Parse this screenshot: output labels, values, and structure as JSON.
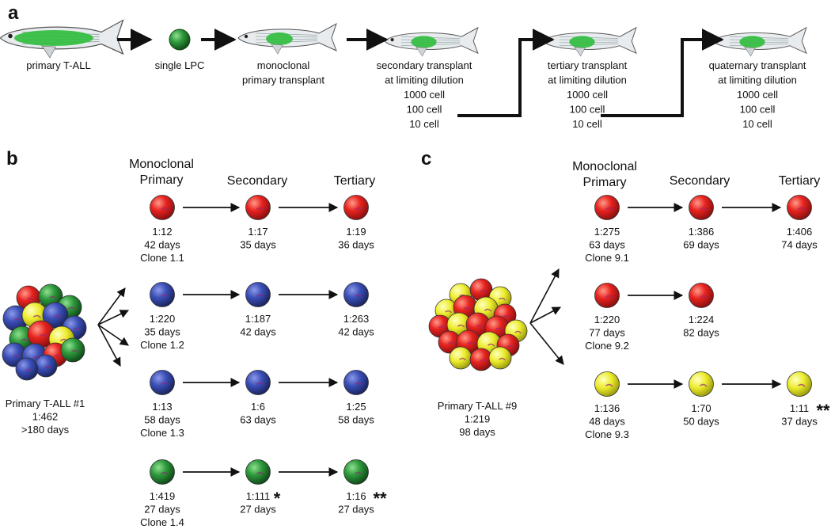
{
  "panels": {
    "a": "a",
    "b": "b",
    "c": "c"
  },
  "panel_a": {
    "stages": [
      {
        "lines": [
          "primary T-ALL"
        ]
      },
      {
        "lines": [
          "single LPC"
        ]
      },
      {
        "lines": [
          "monoclonal",
          "primary transplant"
        ]
      },
      {
        "lines": [
          "secondary transplant",
          "at limiting dilution",
          "1000 cell",
          "100 cell",
          "10 cell"
        ]
      },
      {
        "lines": [
          "tertiary transplant",
          "at limiting dilution",
          "1000 cell",
          "100 cell",
          "10 cell"
        ]
      },
      {
        "lines": [
          "quaternary transplant",
          "at limiting dilution",
          "1000 cell",
          "100 cell",
          "10 cell"
        ]
      }
    ]
  },
  "panel_b": {
    "headers": {
      "primary1": "Monoclonal",
      "primary2": "Primary",
      "secondary": "Secondary",
      "tertiary": "Tertiary"
    },
    "source": {
      "lines": [
        "Primary T-ALL #1",
        "1:462",
        ">180 days"
      ]
    },
    "rows": [
      {
        "color": "red",
        "primary": [
          "1:12",
          "42 days",
          "Clone 1.1"
        ],
        "secondary": [
          "1:17",
          "35 days"
        ],
        "tertiary": [
          "1:19",
          "36 days"
        ]
      },
      {
        "color": "blue",
        "primary": [
          "1:220",
          "35 days",
          "Clone 1.2"
        ],
        "secondary": [
          "1:187",
          "42 days"
        ],
        "tertiary": [
          "1:263",
          "42 days"
        ]
      },
      {
        "color": "blue",
        "primary": [
          "1:13",
          "58 days",
          "Clone 1.3"
        ],
        "secondary": [
          "1:6",
          "63 days"
        ],
        "tertiary": [
          "1:25",
          "58 days"
        ]
      },
      {
        "color": "green",
        "primary": [
          "1:419",
          "27 days",
          "Clone 1.4"
        ],
        "secondary": [
          "1:111",
          "27 days"
        ],
        "secondary_mark": "*",
        "tertiary": [
          "1:16",
          "27 days"
        ],
        "tertiary_mark": "**"
      }
    ]
  },
  "panel_c": {
    "headers": {
      "primary1": "Monoclonal",
      "primary2": "Primary",
      "secondary": "Secondary",
      "tertiary": "Tertiary"
    },
    "source": {
      "lines": [
        "Primary T-ALL #9",
        "1:219",
        "98 days"
      ]
    },
    "rows": [
      {
        "color": "red",
        "primary": [
          "1:275",
          "63 days",
          "Clone 9.1"
        ],
        "secondary": [
          "1:386",
          "69 days"
        ],
        "tertiary": [
          "1:406",
          "74 days"
        ]
      },
      {
        "color": "red",
        "primary": [
          "1:220",
          "77 days",
          "Clone 9.2"
        ],
        "secondary": [
          "1:224",
          "82 days"
        ]
      },
      {
        "color": "yellow",
        "primary": [
          "1:136",
          "48 days",
          "Clone 9.3"
        ],
        "secondary": [
          "1:70",
          "50 days"
        ],
        "tertiary": [
          "1:11",
          "37 days"
        ],
        "tertiary_mark": "**"
      }
    ]
  },
  "colors": {
    "red": "#e8231f",
    "blue": "#3b4fb8",
    "green": "#2e9a3c",
    "yellow": "#ecec2c",
    "fish_body": "#e9ecef",
    "fish_tumor": "#2fbd3c",
    "arrow": "#111111"
  }
}
